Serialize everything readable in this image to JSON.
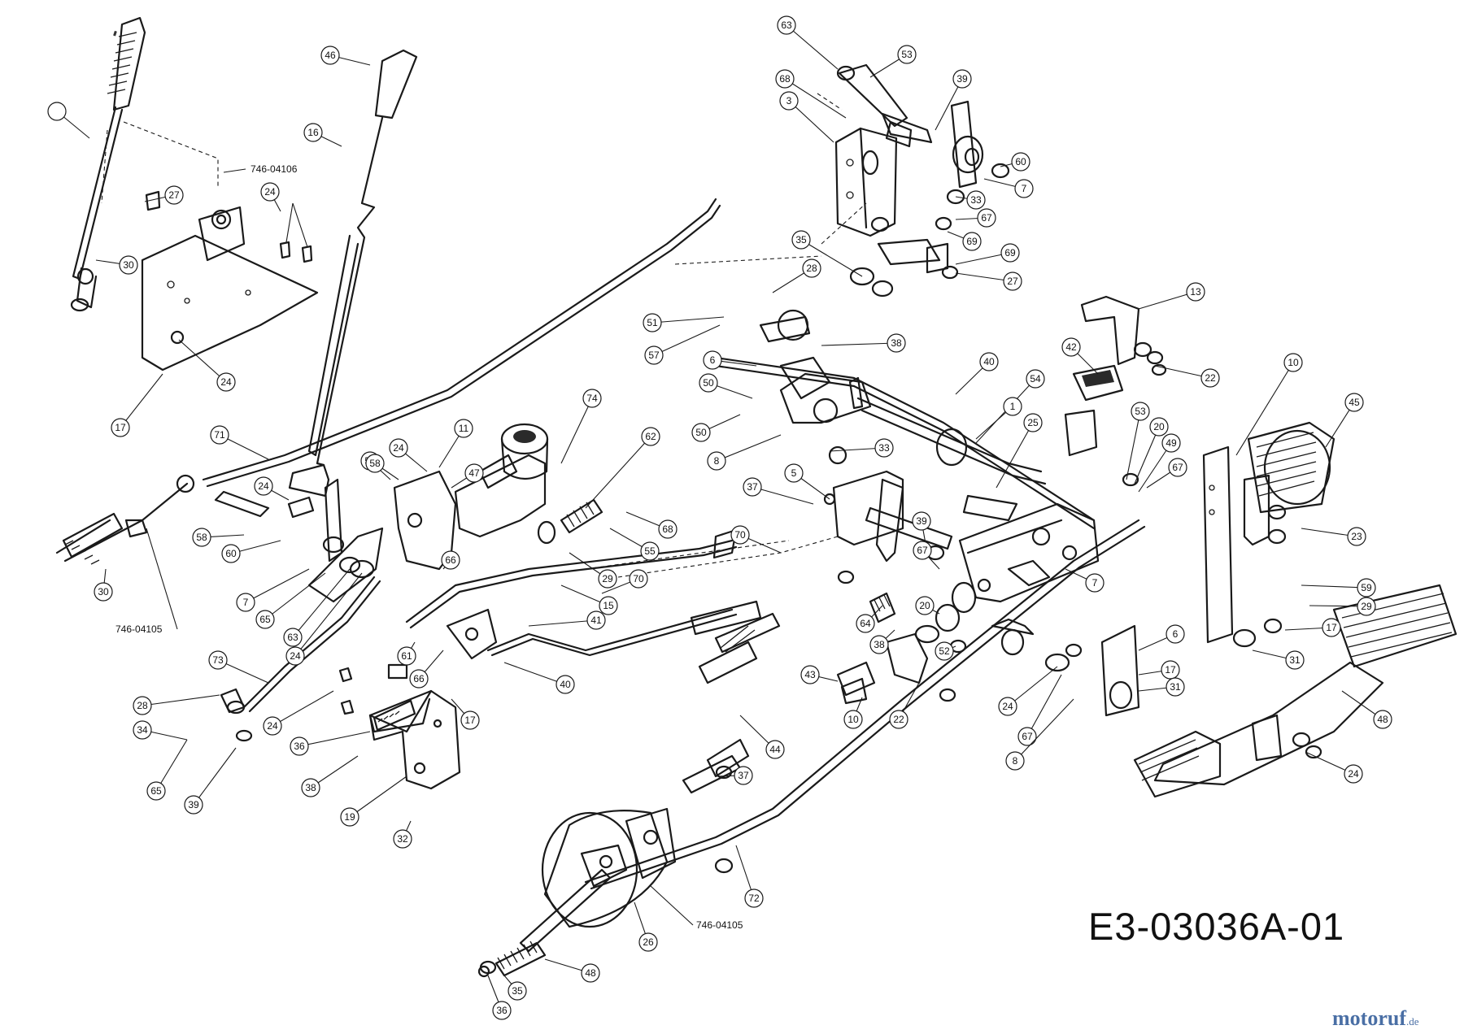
{
  "diagram_code": "E3-03036A-01",
  "watermark": {
    "name": "motoruf",
    "tld": ".de"
  },
  "part_numbers": {
    "pn_a": "746-04106",
    "pn_b": "746-04105",
    "pn_c": "746-04105"
  },
  "callouts": [
    {
      "id": "c1",
      "label": ""
    },
    {
      "id": "c2",
      "label": "46"
    },
    {
      "id": "c3",
      "label": "16"
    },
    {
      "id": "c4",
      "label": "27"
    },
    {
      "id": "c5",
      "label": "24"
    },
    {
      "id": "c6",
      "label": "30"
    },
    {
      "id": "c7",
      "label": "24"
    },
    {
      "id": "c8",
      "label": "17"
    },
    {
      "id": "c9",
      "label": "71"
    },
    {
      "id": "c10",
      "label": "24"
    },
    {
      "id": "c11",
      "label": "56"
    },
    {
      "id": "c12",
      "label": "58"
    },
    {
      "id": "c13",
      "label": "60"
    },
    {
      "id": "c14",
      "label": "7"
    },
    {
      "id": "c15",
      "label": "65"
    },
    {
      "id": "c16",
      "label": "63"
    },
    {
      "id": "c17",
      "label": "24"
    },
    {
      "id": "c18",
      "label": "30"
    },
    {
      "id": "c19",
      "label": "73"
    },
    {
      "id": "c20",
      "label": "28"
    },
    {
      "id": "c21",
      "label": "34"
    },
    {
      "id": "c22",
      "label": "24"
    },
    {
      "id": "c23",
      "label": "36"
    },
    {
      "id": "c24",
      "label": "38"
    },
    {
      "id": "c25",
      "label": "39"
    },
    {
      "id": "c26",
      "label": "65"
    },
    {
      "id": "c27",
      "label": "19"
    },
    {
      "id": "c28",
      "label": "32"
    },
    {
      "id": "c29",
      "label": "58"
    },
    {
      "id": "c30",
      "label": "24"
    },
    {
      "id": "c31",
      "label": "11"
    },
    {
      "id": "c32",
      "label": "47"
    },
    {
      "id": "c33",
      "label": "66"
    },
    {
      "id": "c34",
      "label": "74"
    },
    {
      "id": "c35",
      "label": "62"
    },
    {
      "id": "c36",
      "label": "68"
    },
    {
      "id": "c37",
      "label": "55"
    },
    {
      "id": "c38",
      "label": "29"
    },
    {
      "id": "c39",
      "label": "15"
    },
    {
      "id": "c40",
      "label": "70"
    },
    {
      "id": "c41",
      "label": "41"
    },
    {
      "id": "c42",
      "label": "61"
    },
    {
      "id": "c43",
      "label": "66"
    },
    {
      "id": "c44",
      "label": "17"
    },
    {
      "id": "c45",
      "label": "40"
    },
    {
      "id": "c46",
      "label": "63"
    },
    {
      "id": "c47",
      "label": "53"
    },
    {
      "id": "c48",
      "label": "68"
    },
    {
      "id": "c49",
      "label": "3"
    },
    {
      "id": "c50",
      "label": "39"
    },
    {
      "id": "c51",
      "label": "60"
    },
    {
      "id": "c52",
      "label": "7"
    },
    {
      "id": "c53",
      "label": "33"
    },
    {
      "id": "c54",
      "label": "67"
    },
    {
      "id": "c55",
      "label": "69"
    },
    {
      "id": "c56",
      "label": "69"
    },
    {
      "id": "c57",
      "label": "27"
    },
    {
      "id": "c58",
      "label": "35"
    },
    {
      "id": "c59",
      "label": "28"
    },
    {
      "id": "c60",
      "label": "51"
    },
    {
      "id": "c61",
      "label": "57"
    },
    {
      "id": "c62",
      "label": "6"
    },
    {
      "id": "c63",
      "label": "38"
    },
    {
      "id": "c64",
      "label": "50"
    },
    {
      "id": "c65",
      "label": "50"
    },
    {
      "id": "c66",
      "label": "8"
    },
    {
      "id": "c67",
      "label": "33"
    },
    {
      "id": "c68",
      "label": "40"
    },
    {
      "id": "c69",
      "label": "42"
    },
    {
      "id": "c70",
      "label": "54"
    },
    {
      "id": "c71",
      "label": "13"
    },
    {
      "id": "c72",
      "label": "22"
    },
    {
      "id": "c73",
      "label": "10"
    },
    {
      "id": "c74",
      "label": "45"
    },
    {
      "id": "c75",
      "label": "1"
    },
    {
      "id": "c76",
      "label": "25"
    },
    {
      "id": "c77",
      "label": "53"
    },
    {
      "id": "c78",
      "label": "20"
    },
    {
      "id": "c79",
      "label": "49"
    },
    {
      "id": "c80",
      "label": "67"
    },
    {
      "id": "c81",
      "label": "23"
    },
    {
      "id": "c82",
      "label": "5"
    },
    {
      "id": "c83",
      "label": "37"
    },
    {
      "id": "c84",
      "label": "70"
    },
    {
      "id": "c85",
      "label": "39"
    },
    {
      "id": "c86",
      "label": "67"
    },
    {
      "id": "c87",
      "label": "7"
    },
    {
      "id": "c88",
      "label": "6"
    },
    {
      "id": "c89",
      "label": "29"
    },
    {
      "id": "c90",
      "label": "59"
    },
    {
      "id": "c91",
      "label": "17"
    },
    {
      "id": "c92",
      "label": "31"
    },
    {
      "id": "c93",
      "label": "64"
    },
    {
      "id": "c94",
      "label": "38"
    },
    {
      "id": "c95",
      "label": "20"
    },
    {
      "id": "c96",
      "label": "43"
    },
    {
      "id": "c97",
      "label": "10"
    },
    {
      "id": "c98",
      "label": "22"
    },
    {
      "id": "c99",
      "label": "52"
    },
    {
      "id": "c100",
      "label": "24"
    },
    {
      "id": "c101",
      "label": "67"
    },
    {
      "id": "c102",
      "label": "8"
    },
    {
      "id": "c103",
      "label": "17"
    },
    {
      "id": "c104",
      "label": "31"
    },
    {
      "id": "c105",
      "label": "48"
    },
    {
      "id": "c106",
      "label": "24"
    },
    {
      "id": "c107",
      "label": "44"
    },
    {
      "id": "c108",
      "label": "37"
    },
    {
      "id": "c109",
      "label": "72"
    },
    {
      "id": "c110",
      "label": "26"
    },
    {
      "id": "c111",
      "label": "48"
    },
    {
      "id": "c112",
      "label": "35"
    },
    {
      "id": "c113",
      "label": "36"
    }
  ]
}
